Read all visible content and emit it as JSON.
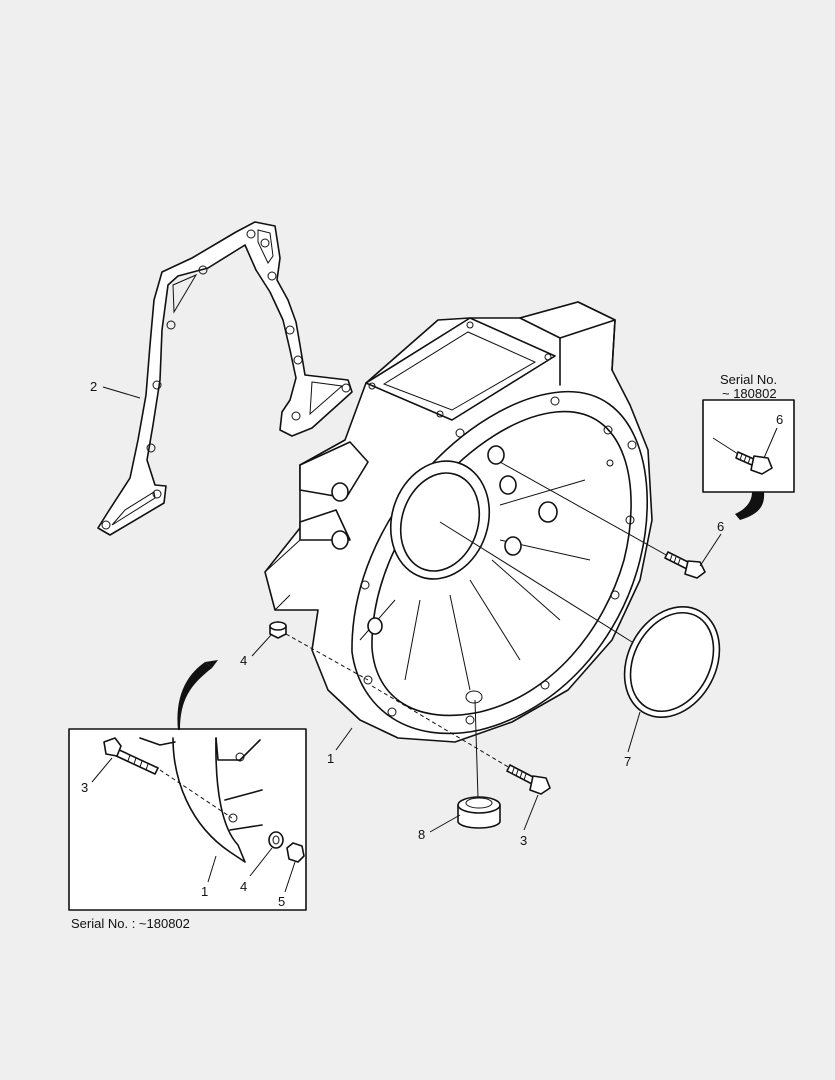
{
  "callouts": {
    "main_housing": "1",
    "gasket": "2",
    "bolt_main": "3",
    "dowel_main": "4",
    "bolt_right": "6",
    "oring": "7",
    "plug": "8",
    "inset_right_bolt": "6",
    "inset_left_bolt": "3",
    "inset_left_housing": "1",
    "inset_left_washer": "4",
    "inset_left_nut": "5"
  },
  "inset_right": {
    "line1": "Serial No.",
    "line2": "~ 180802"
  },
  "inset_left": {
    "caption": "Serial No. : ~180802"
  }
}
